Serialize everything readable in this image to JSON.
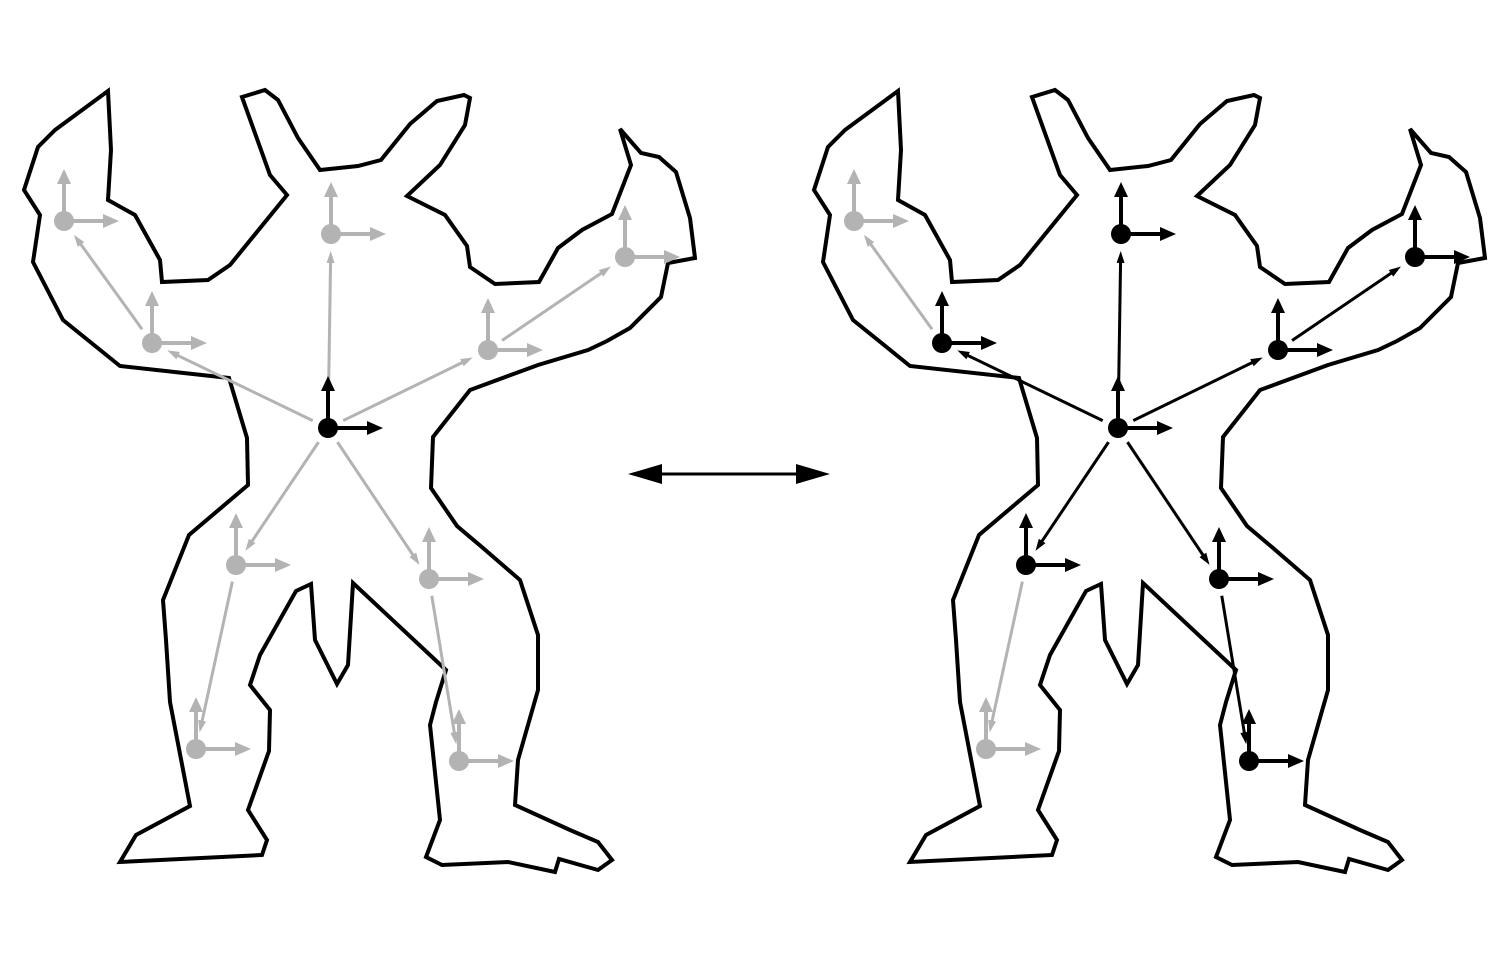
{
  "colors": {
    "active": "#000000",
    "inactive": "#b3b3b3",
    "background": "#ffffff"
  },
  "figures": [
    {
      "name": "left-figure",
      "joints": [
        {
          "id": "root",
          "state": "active"
        },
        {
          "id": "head",
          "state": "inactive"
        },
        {
          "id": "left-shoulder",
          "state": "inactive"
        },
        {
          "id": "left-hand",
          "state": "inactive"
        },
        {
          "id": "right-shoulder",
          "state": "inactive"
        },
        {
          "id": "right-hand",
          "state": "inactive"
        },
        {
          "id": "left-hip",
          "state": "inactive"
        },
        {
          "id": "left-foot",
          "state": "inactive"
        },
        {
          "id": "right-hip",
          "state": "inactive"
        },
        {
          "id": "right-foot",
          "state": "inactive"
        }
      ]
    },
    {
      "name": "right-figure",
      "joints": [
        {
          "id": "root",
          "state": "active"
        },
        {
          "id": "head",
          "state": "active"
        },
        {
          "id": "left-shoulder",
          "state": "active"
        },
        {
          "id": "left-hand",
          "state": "inactive"
        },
        {
          "id": "right-shoulder",
          "state": "active"
        },
        {
          "id": "right-hand",
          "state": "active"
        },
        {
          "id": "left-hip",
          "state": "active"
        },
        {
          "id": "left-foot",
          "state": "inactive"
        },
        {
          "id": "right-hip",
          "state": "active"
        },
        {
          "id": "right-foot",
          "state": "active"
        }
      ]
    }
  ],
  "bones": [
    {
      "from": "root",
      "to": "head"
    },
    {
      "from": "root",
      "to": "left-shoulder"
    },
    {
      "from": "left-shoulder",
      "to": "left-hand"
    },
    {
      "from": "root",
      "to": "right-shoulder"
    },
    {
      "from": "right-shoulder",
      "to": "right-hand"
    },
    {
      "from": "root",
      "to": "left-hip"
    },
    {
      "from": "left-hip",
      "to": "left-foot"
    },
    {
      "from": "root",
      "to": "right-hip"
    },
    {
      "from": "right-hip",
      "to": "right-foot"
    }
  ],
  "connector": {
    "type": "double-arrow"
  }
}
